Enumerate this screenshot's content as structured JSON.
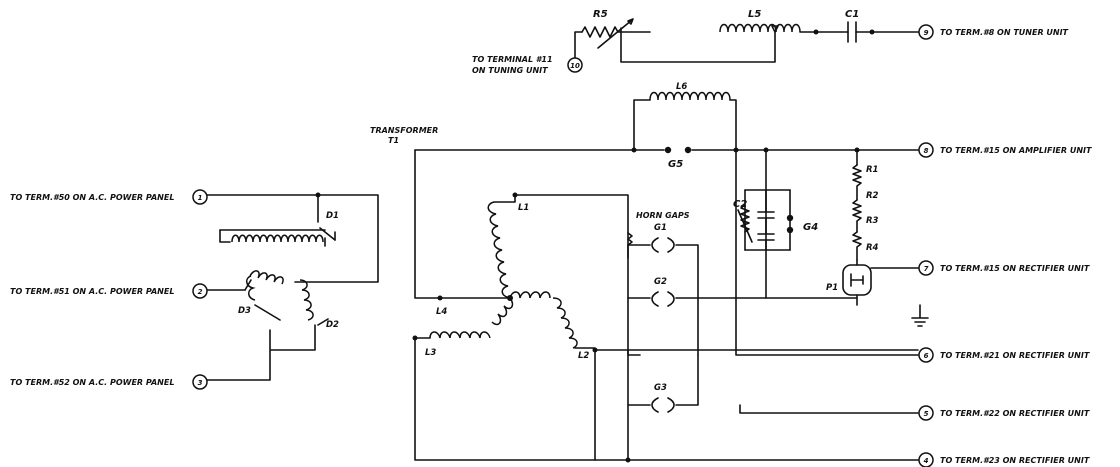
{
  "terminals": {
    "t1": {
      "number": "1",
      "label": "TO TERM.#50 ON A.C. POWER PANEL"
    },
    "t2": {
      "number": "2",
      "label": "TO TERM.#51 ON A.C. POWER PANEL"
    },
    "t3": {
      "number": "3",
      "label": "TO TERM.#52 ON A.C. POWER PANEL"
    },
    "t4": {
      "number": "4",
      "label": "TO TERM.#23 ON RECTIFIER UNIT"
    },
    "t5": {
      "number": "5",
      "label": "TO TERM.#22 ON RECTIFIER UNIT"
    },
    "t6": {
      "number": "6",
      "label": "TO TERM.#21 ON RECTIFIER UNIT"
    },
    "t7": {
      "number": "7",
      "label": "TO TERM.#15 ON RECTIFIER UNIT"
    },
    "t8": {
      "number": "8",
      "label": "TO TERM.#15 ON AMPLIFIER UNIT"
    },
    "t9": {
      "number": "9",
      "label": "TO TERM.#8 ON TUNER UNIT"
    },
    "t10": {
      "number": "10",
      "label_line1": "TO TERMINAL #11",
      "label_line2": "ON TUNING UNIT"
    }
  },
  "components": {
    "r5": "R5",
    "l5": "L5",
    "c1": "C1",
    "l6": "L6",
    "g5": "G5",
    "transformer_line1": "TRANSFORMER",
    "transformer_line2": "T1",
    "c2": "C2",
    "g4": "G4",
    "horn_gaps": "HORN GAPS",
    "g1": "G1",
    "g2": "G2",
    "g3": "G3",
    "l1": "L1",
    "l2": "L2",
    "l3": "L3",
    "l4": "L4",
    "d1": "D1",
    "d2": "D2",
    "d3": "D3",
    "r1": "R1",
    "r2": "R2",
    "r3": "R3",
    "r4": "R4",
    "p1": "P1"
  }
}
